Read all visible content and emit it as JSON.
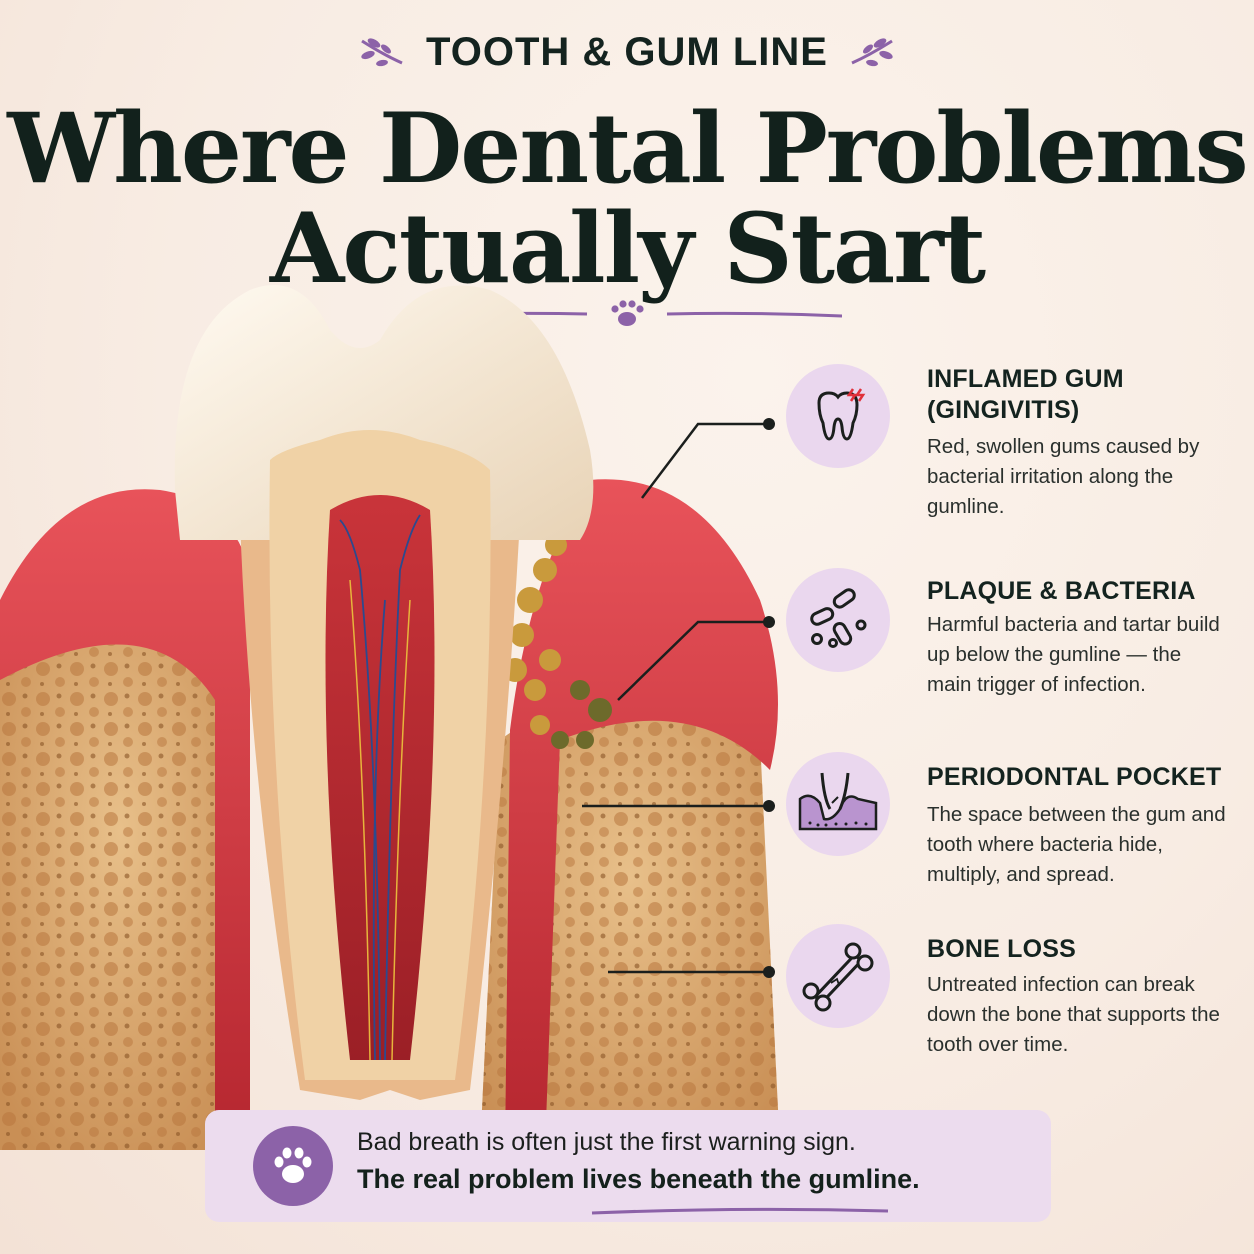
{
  "header": {
    "kicker": "TOOTH & GUM LINE",
    "title_line1": "Where Dental Problems",
    "title_line2": "Actually Start"
  },
  "colors": {
    "background": "#f8ece3",
    "accent_purple": "#8c62a8",
    "icon_circle": "#ead7ee",
    "gum_red": "#d9434a",
    "bone_tan": "#d9a86c",
    "enamel": "#f4e6d3"
  },
  "callouts": [
    {
      "icon": "inflamed-tooth-icon",
      "title_line1": "INFLAMED GUM",
      "title_line2": "(GINGIVITIS)",
      "description": "Red, swollen gums caused by bacterial irritation along the gumline."
    },
    {
      "icon": "bacteria-icon",
      "title_line1": "PLAQUE & BACTERIA",
      "title_line2": "",
      "description": "Harmful bacteria and tartar build up below the gumline — the main trigger of infection."
    },
    {
      "icon": "periodontal-pocket-icon",
      "title_line1": "PERIODONTAL POCKET",
      "title_line2": "",
      "description": "The space between the gum and tooth where bacteria hide, multiply, and spread."
    },
    {
      "icon": "bone-icon",
      "title_line1": "BONE LOSS",
      "title_line2": "",
      "description": "Untreated infection can break down the bone that supports the tooth over time."
    }
  ],
  "banner": {
    "icon": "paw-icon",
    "line1": "Bad breath is often just the first warning sign.",
    "line2": "The real problem lives beneath the gumline."
  }
}
